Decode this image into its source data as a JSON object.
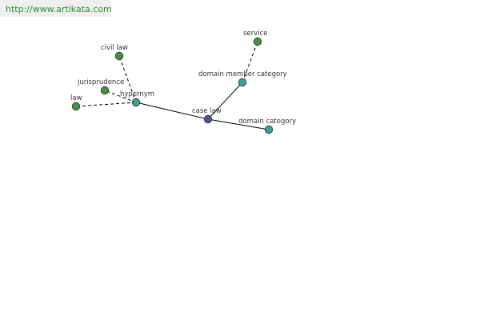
{
  "banner": {
    "url": "http://www.artikata.com"
  },
  "colors": {
    "center_node": "#48569b",
    "relation_node": "#3f9c97",
    "leaf_node": "#4a8c4a",
    "edge": "#000000"
  },
  "graph": {
    "nodes": [
      {
        "id": "case-law",
        "label": "case law",
        "kind": "center"
      },
      {
        "id": "hypernym",
        "label": "hypernym",
        "kind": "relation"
      },
      {
        "id": "domain-member-category",
        "label": "domain member category",
        "kind": "relation"
      },
      {
        "id": "domain-category",
        "label": "domain category",
        "kind": "relation"
      },
      {
        "id": "civil-law",
        "label": "civil law",
        "kind": "leaf"
      },
      {
        "id": "jurisprudence",
        "label": "jurisprudence",
        "kind": "leaf"
      },
      {
        "id": "law",
        "label": "law",
        "kind": "leaf"
      },
      {
        "id": "service",
        "label": "service",
        "kind": "leaf"
      }
    ],
    "edges": [
      {
        "from": "case-law",
        "to": "hypernym",
        "style": "solid"
      },
      {
        "from": "case-law",
        "to": "domain-member-category",
        "style": "solid"
      },
      {
        "from": "case-law",
        "to": "domain-category",
        "style": "solid"
      },
      {
        "from": "hypernym",
        "to": "civil-law",
        "style": "dashed"
      },
      {
        "from": "hypernym",
        "to": "jurisprudence",
        "style": "dashed"
      },
      {
        "from": "hypernym",
        "to": "law",
        "style": "dashed"
      },
      {
        "from": "domain-member-category",
        "to": "service",
        "style": "dashed"
      }
    ]
  }
}
